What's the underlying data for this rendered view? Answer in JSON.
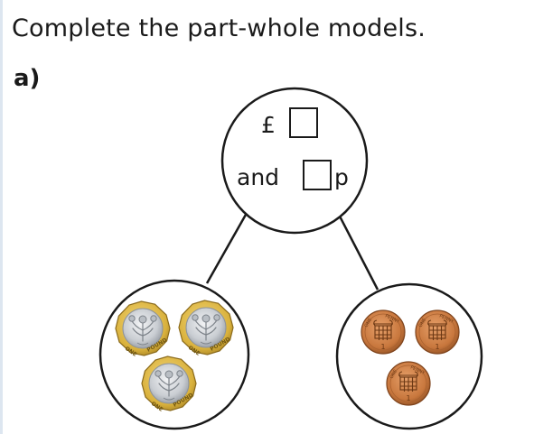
{
  "instruction": "Complete the part-whole models.",
  "question_label": "a)",
  "whole": {
    "pound_symbol": "£",
    "and_word": "and",
    "pence_symbol": "p",
    "pounds_answer": "",
    "pence_answer": ""
  },
  "parts": {
    "left": {
      "coin": "one-pound-coin",
      "coin_text": "ONE POUND",
      "count": 3
    },
    "right": {
      "coin": "one-penny-coin",
      "coin_text": "ONE PENNY",
      "coin_numeral": "1",
      "count": 3
    }
  },
  "colors": {
    "outline": "#1a1a1a",
    "pound_gold": "#d9b13c",
    "pound_silver": "#c9cdd2",
    "penny_copper": "#c8773d"
  }
}
